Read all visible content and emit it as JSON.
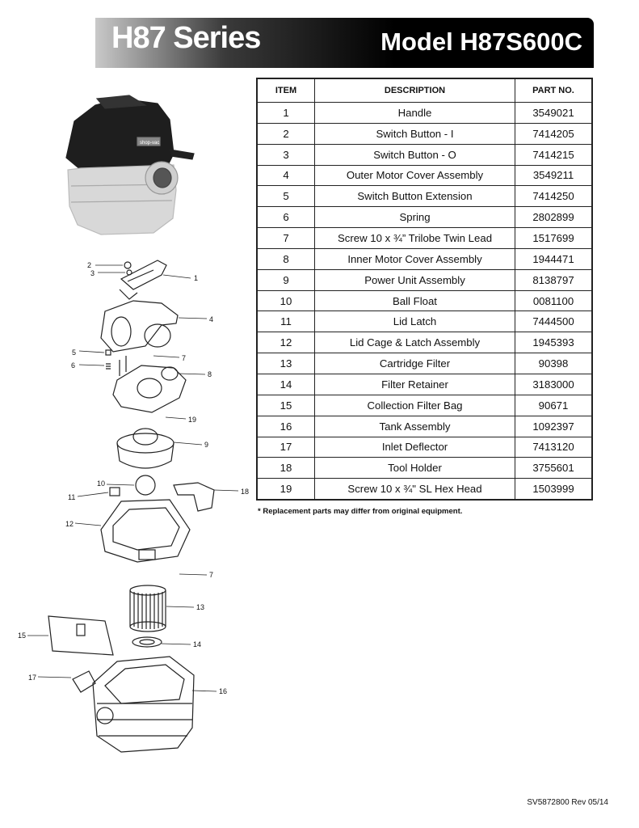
{
  "header": {
    "series": "H87 Series",
    "model": "Model H87S600C"
  },
  "table": {
    "headers": {
      "item": "ITEM",
      "description": "DESCRIPTION",
      "part_no": "PART NO."
    },
    "rows": [
      {
        "item": "1",
        "description": "Handle",
        "part_no": "3549021"
      },
      {
        "item": "2",
        "description": "Switch Button - I",
        "part_no": "7414205"
      },
      {
        "item": "3",
        "description": "Switch Button - O",
        "part_no": "7414215"
      },
      {
        "item": "4",
        "description": "Outer Motor Cover Assembly",
        "part_no": "3549211"
      },
      {
        "item": "5",
        "description": "Switch Button Extension",
        "part_no": "7414250"
      },
      {
        "item": "6",
        "description": "Spring",
        "part_no": "2802899"
      },
      {
        "item": "7",
        "description": "Screw 10 x ¾” Trilobe Twin Lead",
        "part_no": "1517699"
      },
      {
        "item": "8",
        "description": "Inner Motor Cover Assembly",
        "part_no": "1944471"
      },
      {
        "item": "9",
        "description": "Power Unit Assembly",
        "part_no": "8138797"
      },
      {
        "item": "10",
        "description": "Ball Float",
        "part_no": "0081100"
      },
      {
        "item": "11",
        "description": "Lid Latch",
        "part_no": "7444500"
      },
      {
        "item": "12",
        "description": "Lid Cage & Latch Assembly",
        "part_no": "1945393"
      },
      {
        "item": "13",
        "description": "Cartridge Filter",
        "part_no": "90398"
      },
      {
        "item": "14",
        "description": "Filter Retainer",
        "part_no": "3183000"
      },
      {
        "item": "15",
        "description": "Collection Filter Bag",
        "part_no": "90671"
      },
      {
        "item": "16",
        "description": "Tank Assembly",
        "part_no": "1092397"
      },
      {
        "item": "17",
        "description": "Inlet Deflector",
        "part_no": "7413120"
      },
      {
        "item": "18",
        "description": "Tool Holder",
        "part_no": "3755601"
      },
      {
        "item": "19",
        "description": "Screw 10 x ¾\" SL Hex Head",
        "part_no": "1503999"
      }
    ]
  },
  "note": "* Replacement parts may differ from original equipment.",
  "footer": {
    "code": "SV5872800 Rev 05/14"
  },
  "diagram": {
    "product_logo": "shop-vac",
    "labels": [
      "2",
      "3",
      "1",
      "4",
      "5",
      "6",
      "7",
      "8",
      "19",
      "9",
      "10",
      "11",
      "18",
      "12",
      "7",
      "13",
      "15",
      "14",
      "17",
      "16"
    ]
  }
}
